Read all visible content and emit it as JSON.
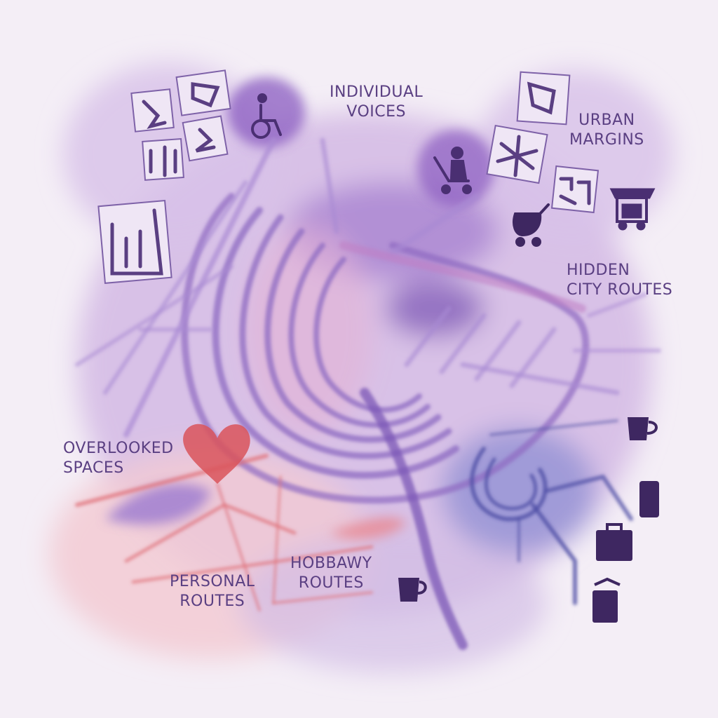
{
  "labels": {
    "individual_voices": [
      "INDIVIDUAL",
      "VOICES"
    ],
    "urban_margins": [
      "URBAN",
      "MARGINS"
    ],
    "hidden_city_routes": [
      "HIDDEN",
      "CITY ROUTES"
    ],
    "overlooked_spaces": [
      "OVERLOOKED",
      "SPACES"
    ],
    "personal_routes": [
      "PERSONAL",
      "ROUTES"
    ],
    "hobbawy_routes": [
      "HOBBAWY",
      "ROUTES"
    ]
  },
  "icons": [
    "wheelchair-icon",
    "stroller-icon",
    "baby-carriage-icon",
    "market-cart-icon",
    "heart-icon",
    "cup-icon",
    "bin-icon",
    "suitcase-icon"
  ],
  "colors": {
    "background": "#f4eef6",
    "wash": "#c9a8de",
    "route": "#8e6bc2",
    "route_dark": "#5f3f9a",
    "heart": "#d9545b",
    "red_route": "#e0727a",
    "ink": "#4a2f72",
    "blue_wash": "#6d73c0"
  }
}
